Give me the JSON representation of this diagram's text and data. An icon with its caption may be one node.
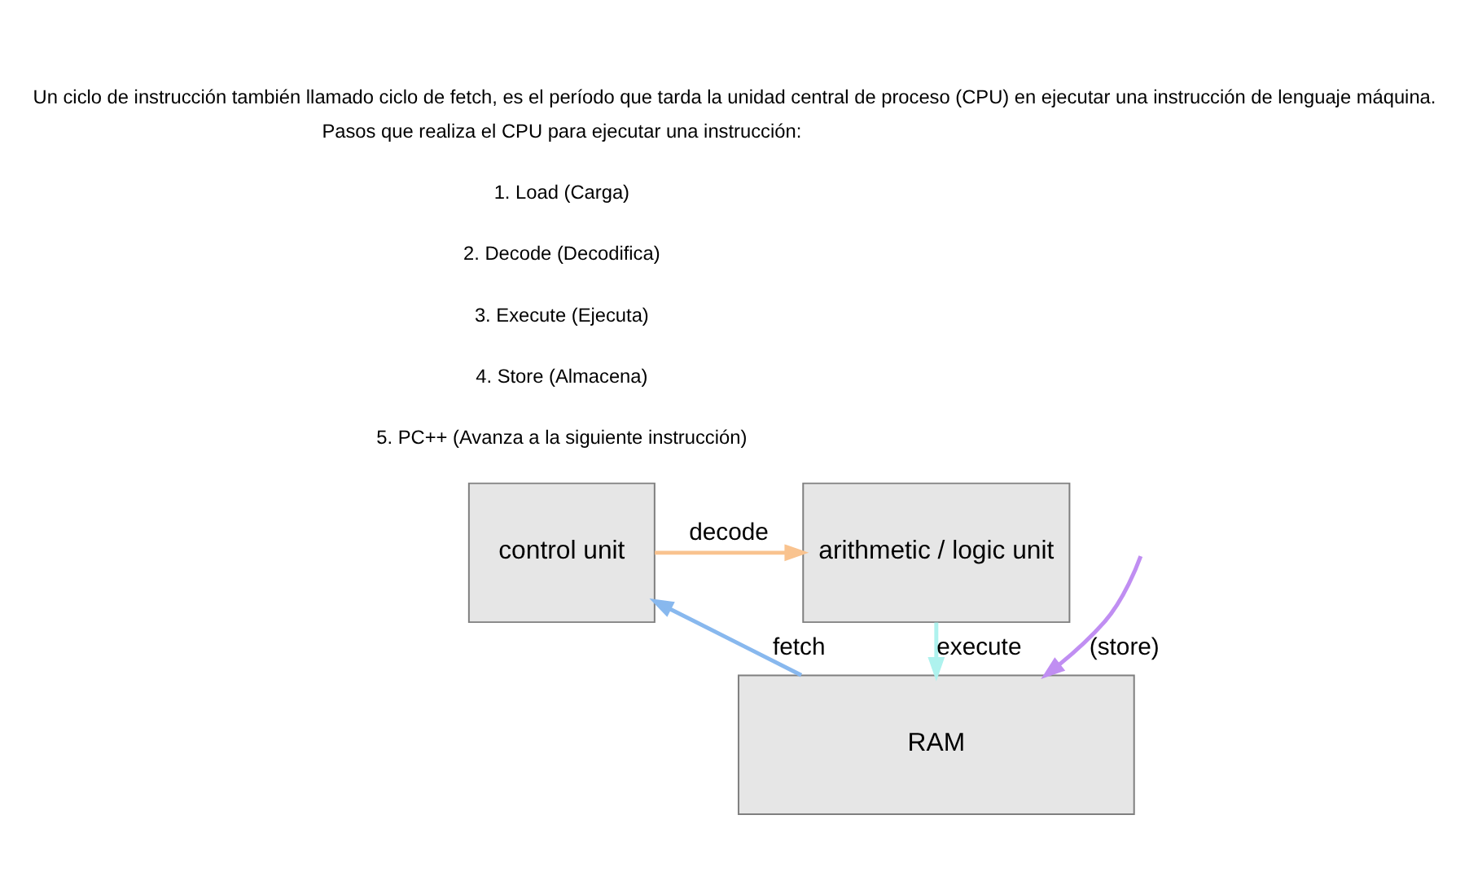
{
  "diagram": {
    "title": "Un ciclo de instrucción también llamado ciclo de fetch, es el período que tarda la unidad central de proceso (CPU) en ejecutar una instrucción de lenguaje máquina.",
    "nodes": [
      {
        "text": [
          "control unit"
        ]
      },
      {
        "text": [
          "arithmetic / logic unit"
        ]
      },
      {
        "text": [
          "RAM"
        ]
      }
    ],
    "edges": [
      {
        "from": 0,
        "to": 1,
        "arrow": "to",
        "label": "decode",
        "color": "#f9c38f"
      },
      {
        "from": 1,
        "to": 2,
        "arrow": "to",
        "label": "execute",
        "color": "#aef2ee"
      },
      {
        "from": null,
        "to": 2,
        "arrow": "to",
        "label": "(store)",
        "color": "#c08ef2"
      },
      {
        "from": 2,
        "to": 0,
        "arrow": "to",
        "label": "fetch",
        "color": "#88b8ee"
      }
    ],
    "labels": [
      "Pasos que realiza el CPU para ejecutar una instrucción:",
      "1. Load (Carga)",
      "2. Decode (Decodifica)",
      "3. Execute (Ejecuta)",
      "4. Store (Almacena)",
      "5. PC++ (Avanza a la siguiente instrucción)"
    ]
  }
}
